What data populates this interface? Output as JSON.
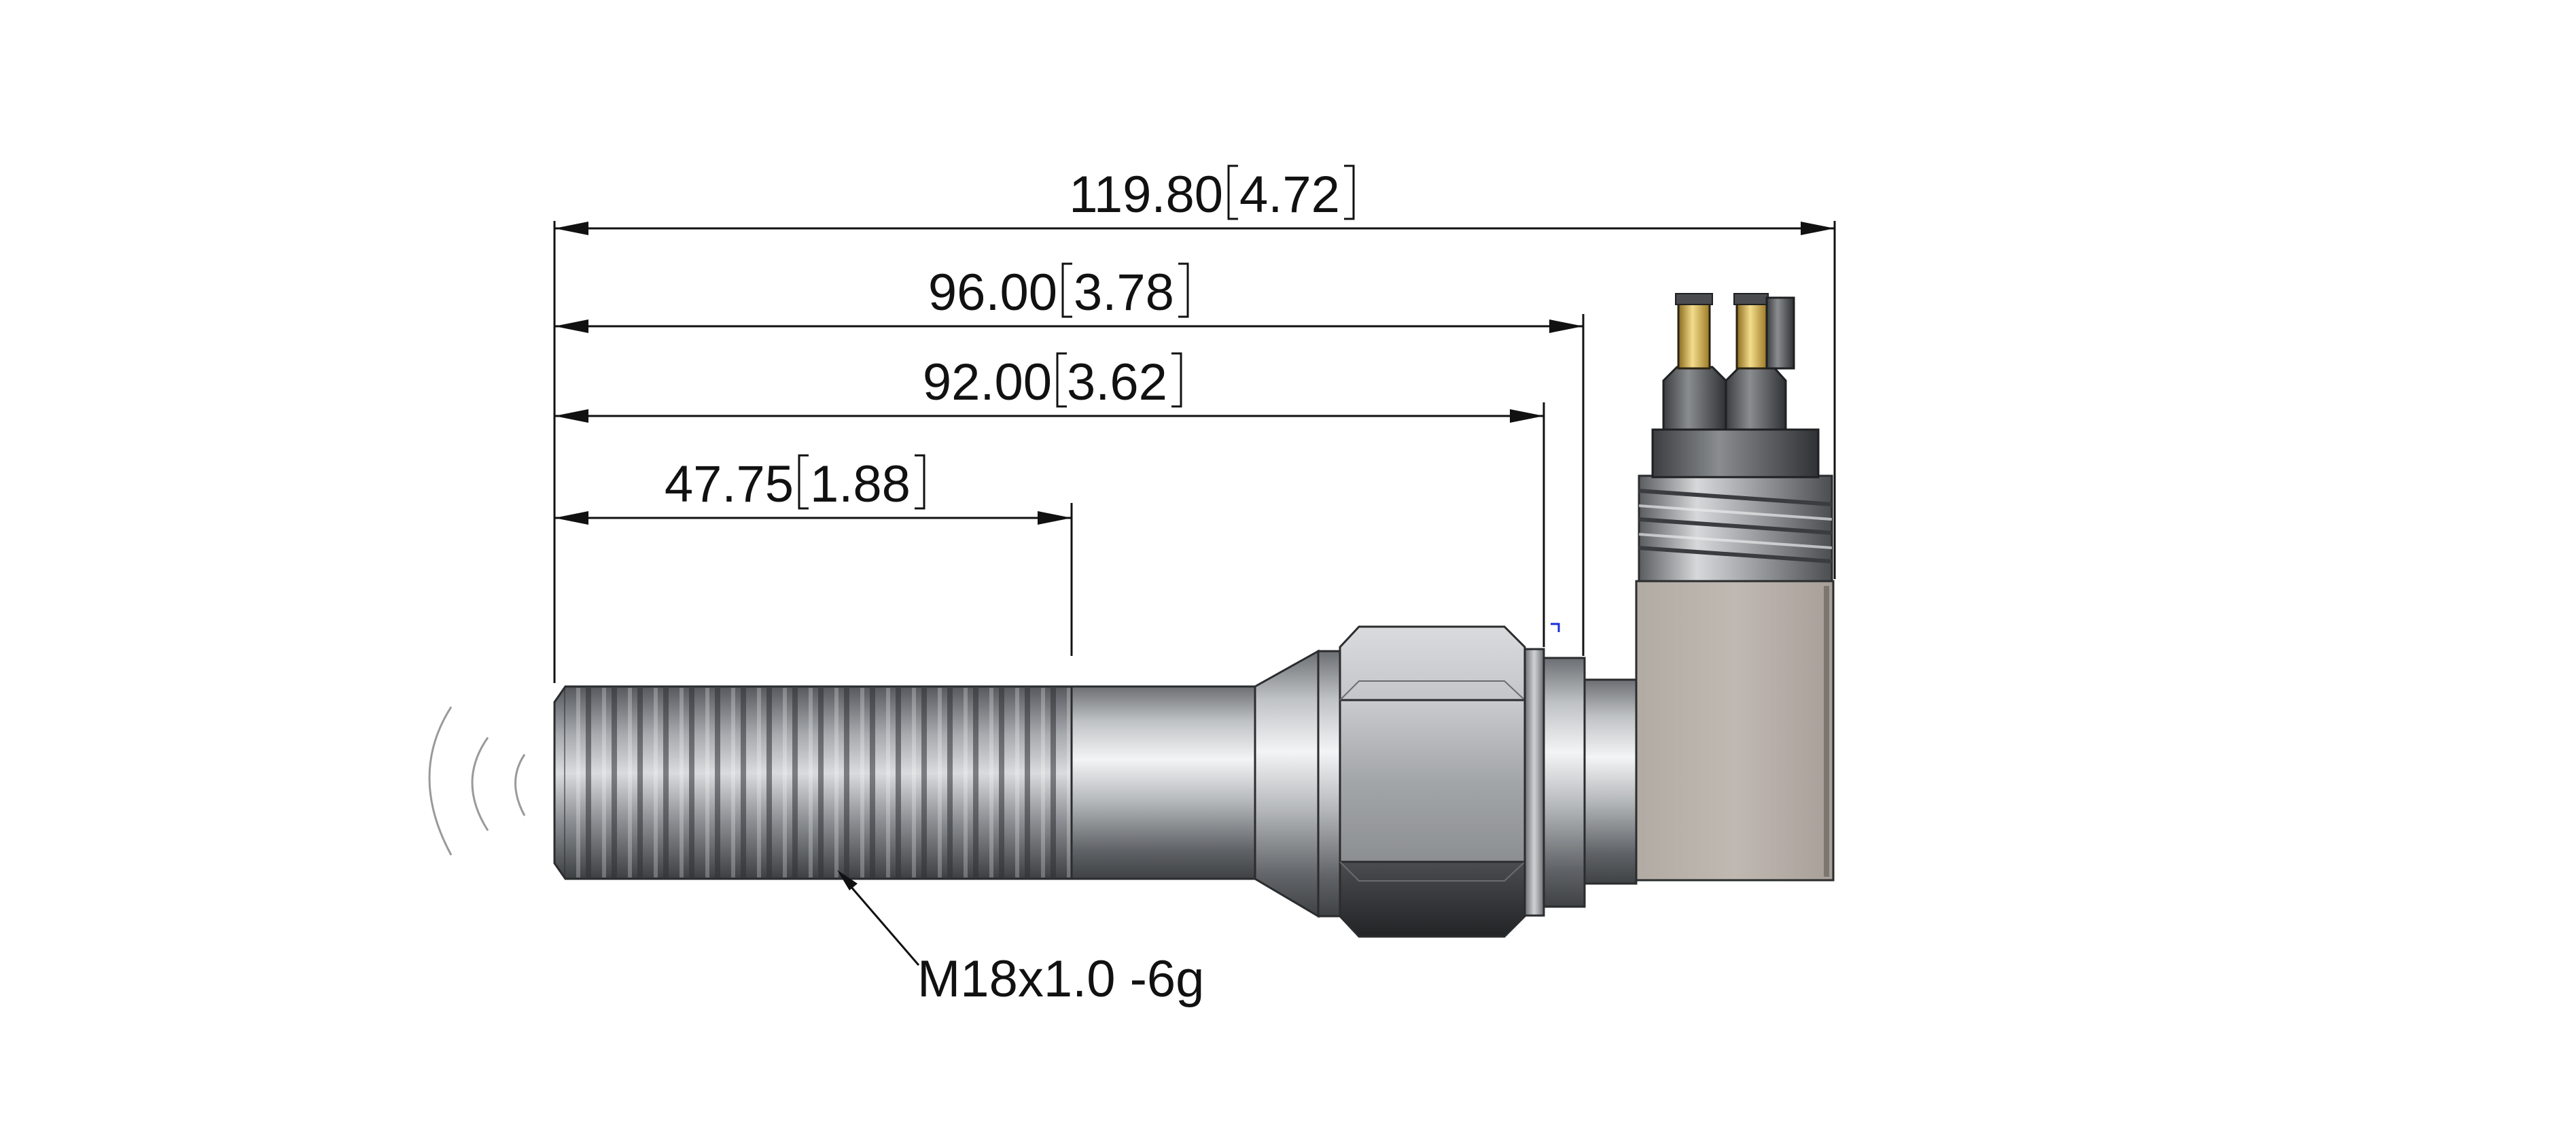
{
  "dimensions": {
    "overall": {
      "value": "119.80",
      "inch": "4.72"
    },
    "to_face": {
      "value": "96.00",
      "inch": "3.78"
    },
    "to_collar": {
      "value": "92.00",
      "inch": "3.62"
    },
    "thread_length": {
      "value": "47.75",
      "inch": "1.88"
    }
  },
  "callout": {
    "thread_spec": "M18x1.0 -6g"
  },
  "colors": {
    "line": "#111111",
    "steel_light": "#e4e6e8",
    "steel_mid": "#a9acaf",
    "steel_dark": "#4a4c4f",
    "housing": "#b9b2aa",
    "gold": "#d8b24a",
    "sensing_arc": "#9a9a9a",
    "tiny_mark": "#1a2fd8"
  }
}
